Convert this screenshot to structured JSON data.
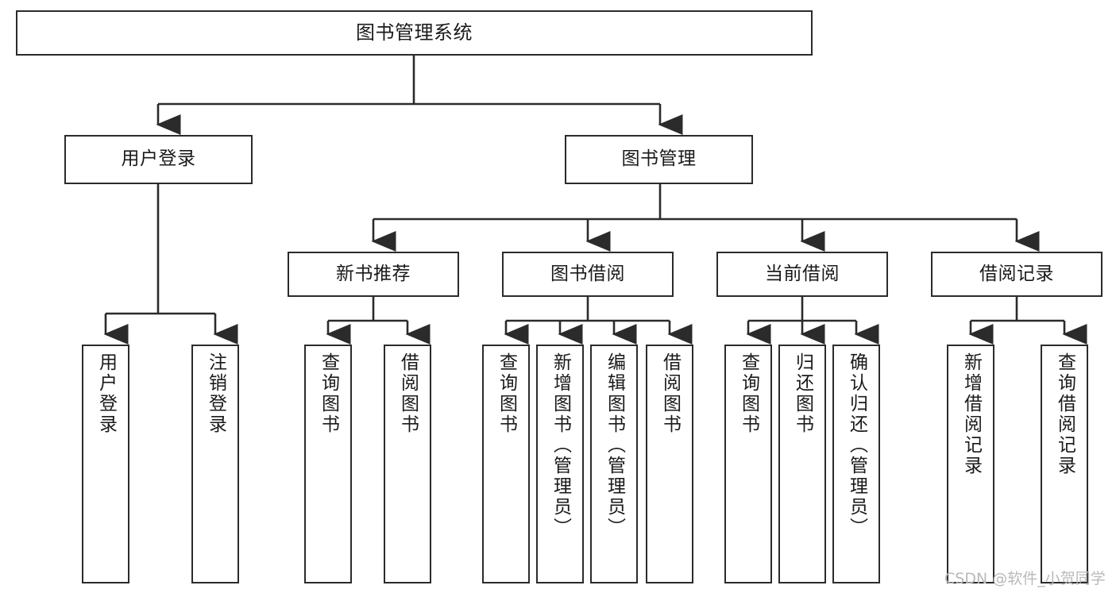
{
  "diagram": {
    "type": "tree-hierarchy",
    "title": "图书管理系统",
    "orientation": "top-down",
    "colors": {
      "box_border": "#2b2b2b",
      "box_fill": "#ffffff",
      "connector": "#2b2b2b",
      "text": "#1a1a1a",
      "watermark": "#b9b9b9",
      "background": "#ffffff"
    }
  },
  "root": {
    "label": "图书管理系统"
  },
  "level2": [
    {
      "label": "用户登录"
    },
    {
      "label": "图书管理"
    }
  ],
  "level3": [
    {
      "label": "新书推荐"
    },
    {
      "label": "图书借阅"
    },
    {
      "label": "当前借阅"
    },
    {
      "label": "借阅记录"
    }
  ],
  "leaves": {
    "user_login": [
      {
        "label": "用户登录"
      },
      {
        "label": "注销登录"
      }
    ],
    "new_book_recommend": [
      {
        "label": "查询图书"
      },
      {
        "label": "借阅图书"
      }
    ],
    "book_borrow": [
      {
        "label": "查询图书"
      },
      {
        "label": "新增图书（管理员）"
      },
      {
        "label": "编辑图书（管理员）"
      },
      {
        "label": "借阅图书"
      }
    ],
    "current_borrow": [
      {
        "label": "查询图书"
      },
      {
        "label": "归还图书"
      },
      {
        "label": "确认归还（管理员）"
      }
    ],
    "borrow_record": [
      {
        "label": "新增借阅记录"
      },
      {
        "label": "查询借阅记录"
      }
    ]
  },
  "watermark": {
    "text": "CSDN @软件_小贺同学"
  }
}
